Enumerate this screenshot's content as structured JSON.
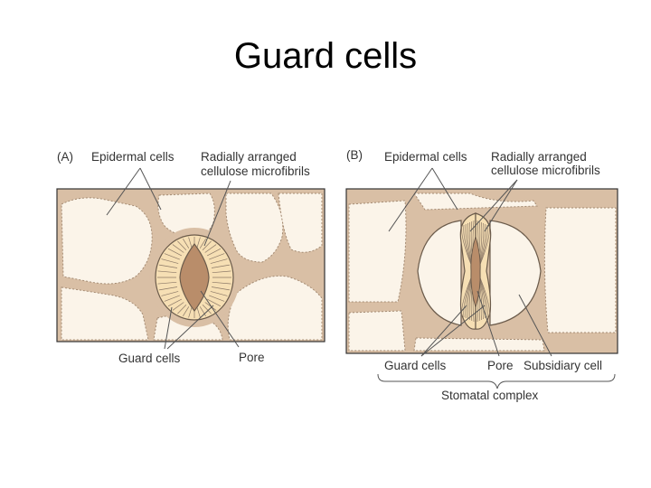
{
  "title": "Guard cells",
  "panel_a": {
    "tag": "(A)",
    "epidermal_label": "Epidermal cells",
    "radial_label_line1": "Radially arranged",
    "radial_label_line2": "cellulose microfibrils",
    "guard_label": "Guard cells",
    "pore_label": "Pore"
  },
  "panel_b": {
    "tag": "(B)",
    "epidermal_label": "Epidermal cells",
    "radial_label_line1": "Radially arranged",
    "radial_label_line2": "cellulose microfibrils",
    "guard_label": "Guard cells",
    "pore_label": "Pore",
    "subsidiary_label": "Subsidiary cell",
    "complex_label": "Stomatal complex"
  },
  "colors": {
    "wall": "#d9bfa5",
    "cell": "#fbf4e9",
    "guard": "#f6dfb4",
    "pore": "#b98d6a",
    "outline": "#6b5b4b"
  }
}
